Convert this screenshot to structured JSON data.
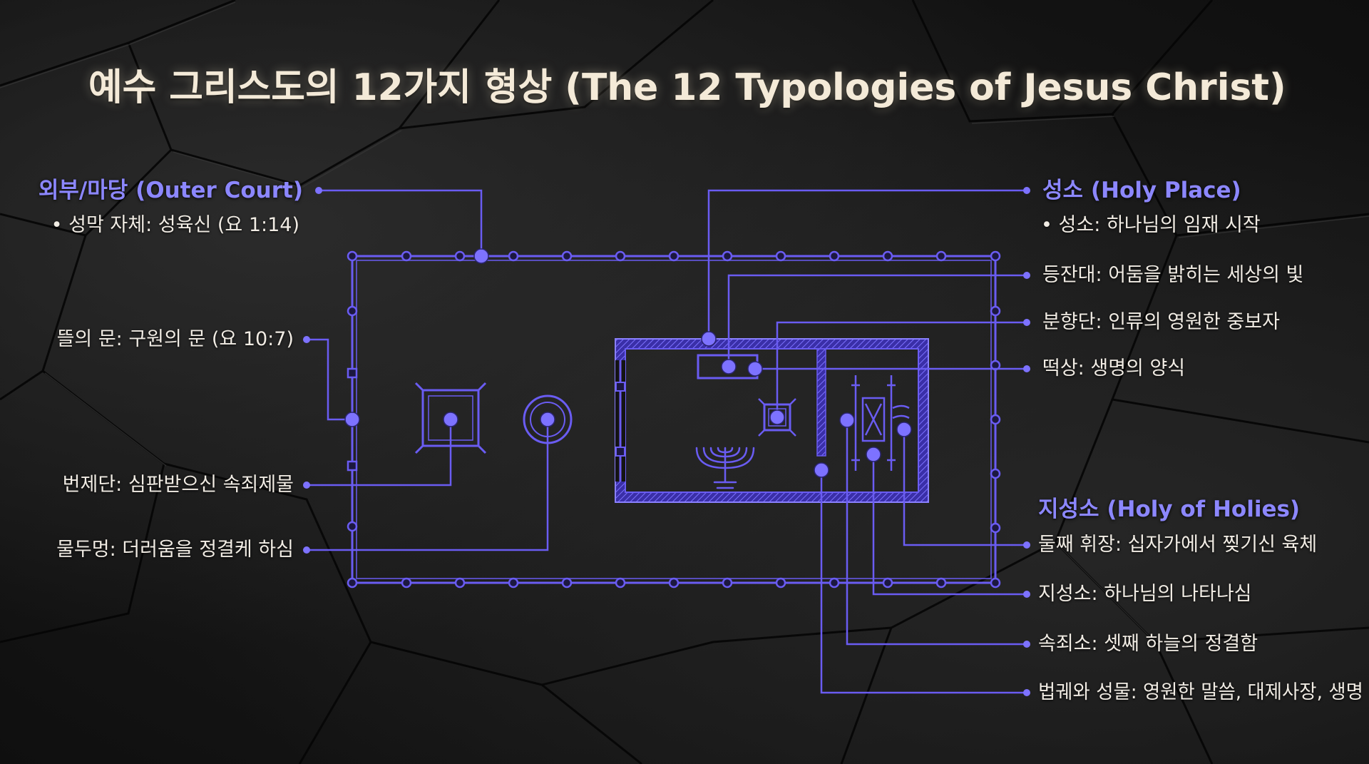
{
  "title": "예수 그리스도의 12가지 형상 (The 12 Typologies of Jesus Christ)",
  "colors": {
    "accent": "#6a5cf2",
    "header": "#8c87ff",
    "text": "#f1ece4",
    "title": "#f4ead8",
    "background": "#161616"
  },
  "sections": {
    "outer_court": "외부/마당 (Outer Court)",
    "holy_place": "성소 (Holy Place)",
    "holy_of_holies": "지성소 (Holy of Holies)"
  },
  "labels": {
    "tent": "• 성막 자체: 성육신 (요 1:14)",
    "gate": "뜰의 문: 구원의 문 (요 10:7)",
    "altar": "번제단: 심판받으신 속죄제물",
    "laver": "물두멍: 더러움을 정결케 하심",
    "holy_place_start": "• 성소: 하나님의 임재 시작",
    "lampstand": "등잔대: 어둠을 밝히는 세상의 빛",
    "incense_altar": "분향단: 인류의 영원한 중보자",
    "showbread": "떡상: 생명의 양식",
    "second_veil": "둘째 휘장: 십자가에서 찢기신 육체",
    "most_holy": "지성소: 하나님의 나타나심",
    "mercy_seat": "속죄소: 셋째 하늘의 정결함",
    "ark_contents": "법궤와 성물: 영원한 말씀, 대제사장, 생명"
  }
}
